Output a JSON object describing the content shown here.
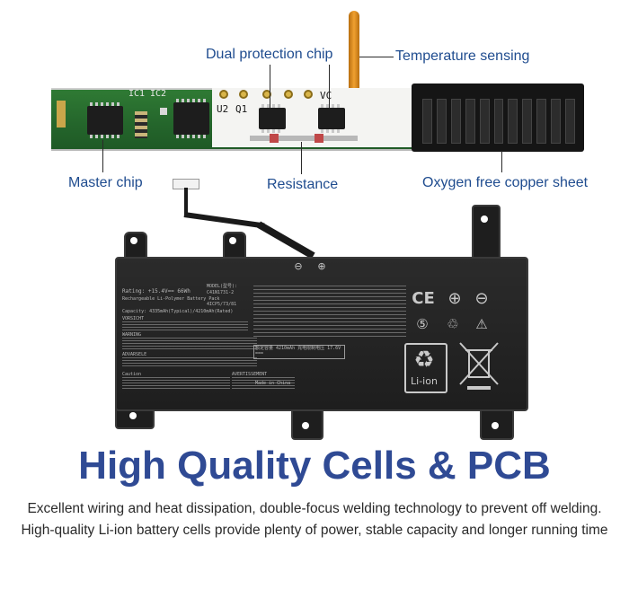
{
  "callouts": {
    "dual_protection_chip": "Dual protection chip",
    "temperature_sensing": "Temperature sensing",
    "master_chip": "Master chip",
    "resistance": "Resistance",
    "oxygen_free_copper_sheet": "Oxygen free copper sheet"
  },
  "pcb_markings": {
    "ic1": "IC1",
    "ic2": "IC2",
    "u2": "U2",
    "q1": "Q1",
    "vc": "VC"
  },
  "battery_label": {
    "rating": "Rating: +15.4V== 66Wh",
    "model_header": "MODEL(型号):",
    "model": "C41N1731-2",
    "type_line": "Rechargeable Li-Polymer Battery Pack",
    "cell_config": "4ICP5/73/81",
    "capacity": "Capacity: 4335mAh(Typical)/4210mAh(Rated)",
    "vorsicht": "VORSICHT",
    "warning": "WARNING",
    "advarsel": "ADVARSELE",
    "caution": "Caution",
    "avertissement": "AVERTISSEMENT",
    "rated_box": "额定容量 4210mAh  充电限制电压 17.6V ===",
    "made_in": "Made in China",
    "li_ion": "Li-ion"
  },
  "icons": [
    "ce-mark-icon",
    "plus-target-icon",
    "minus-circle-icon",
    "recycle-5-icon",
    "recycle-triangle-icon",
    "warning-triangle-icon",
    "crossed-bin-icon",
    "li-ion-recycle-icon"
  ],
  "headline": "High Quality Cells & PCB",
  "description": {
    "line1": "Excellent wiring and heat dissipation, double-focus welding technology to prevent off welding.",
    "line2": "High-quality Li-ion battery cells provide plenty of power, stable capacity and longer running time"
  },
  "colors": {
    "headline": "#2f4a94",
    "callout_text": "#1f4c8f",
    "pcb_green": "#2f7a34",
    "battery_body": "#222222"
  }
}
